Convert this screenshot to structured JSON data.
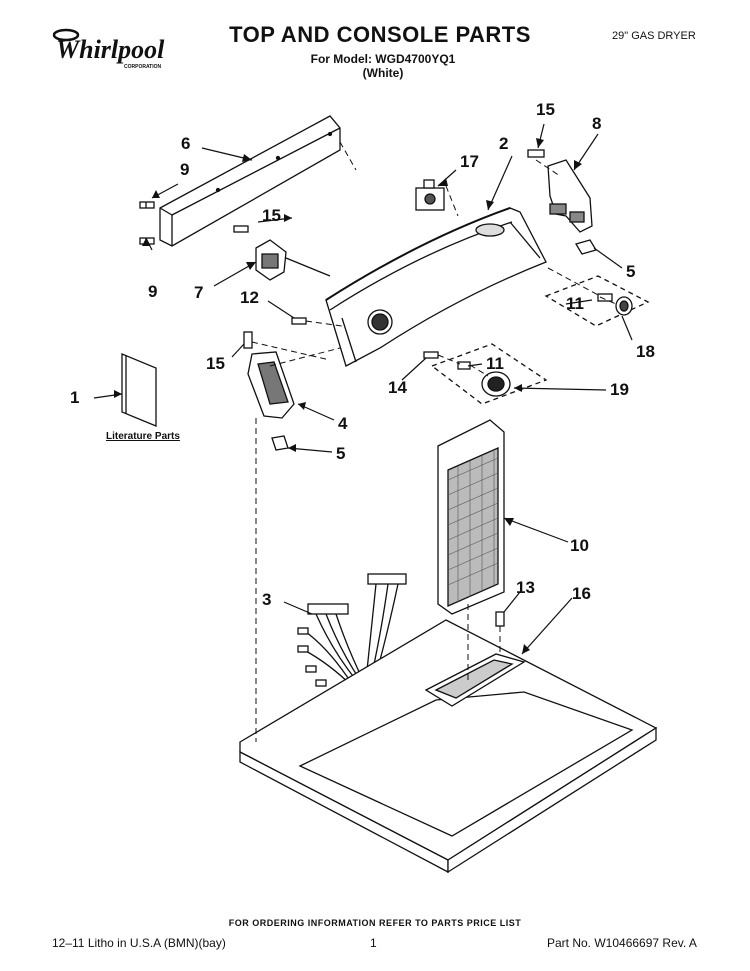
{
  "header": {
    "brand": "Whirlpool",
    "brand_sub": "CORPORATION",
    "title": "TOP AND CONSOLE PARTS",
    "model_line": "For Model: WGD4700YQ1",
    "color_line": "(White)",
    "dryer_type": "29\" GAS DRYER"
  },
  "callouts": {
    "c1": "1",
    "c2": "2",
    "c3": "3",
    "c4": "4",
    "c5a": "5",
    "c5b": "5",
    "c6": "6",
    "c7": "7",
    "c8": "8",
    "c9a": "9",
    "c9b": "9",
    "c10": "10",
    "c11a": "11",
    "c11b": "11",
    "c12": "12",
    "c13": "13",
    "c14": "14",
    "c15a": "15",
    "c15b": "15",
    "c15c": "15",
    "c16": "16",
    "c17": "17",
    "c18": "18",
    "c19": "19"
  },
  "literature_label": "Literature Parts",
  "footer": {
    "order_info": "FOR ORDERING INFORMATION REFER TO PARTS PRICE LIST",
    "litho": "12–11 Litho in U.S.A (BMN)(bay)",
    "page": "1",
    "part_no": "Part No. W10466697 Rev. A"
  }
}
